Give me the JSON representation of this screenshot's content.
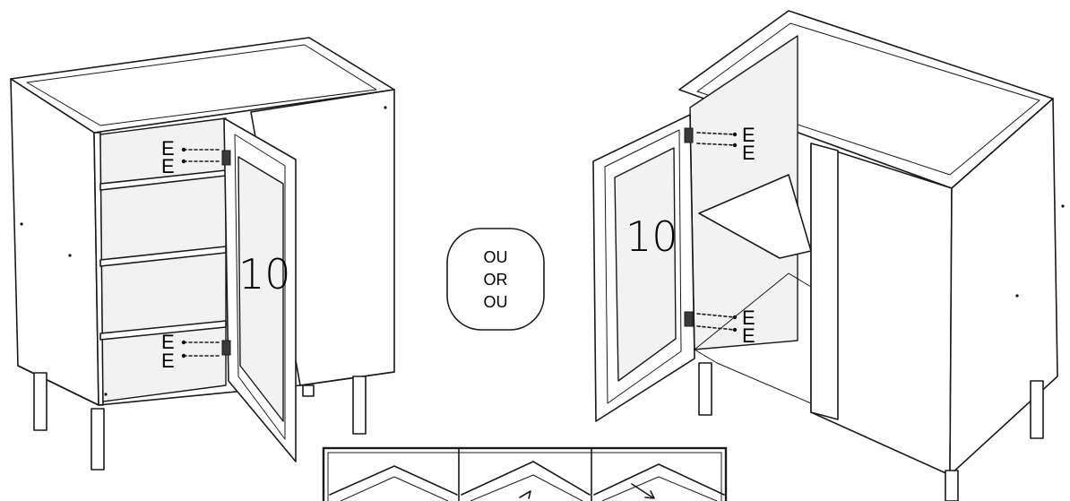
{
  "labels": {
    "part_number": "10",
    "hardware": "E"
  },
  "options": {
    "line1": "OU",
    "line2": "OR",
    "line3": "OU"
  }
}
